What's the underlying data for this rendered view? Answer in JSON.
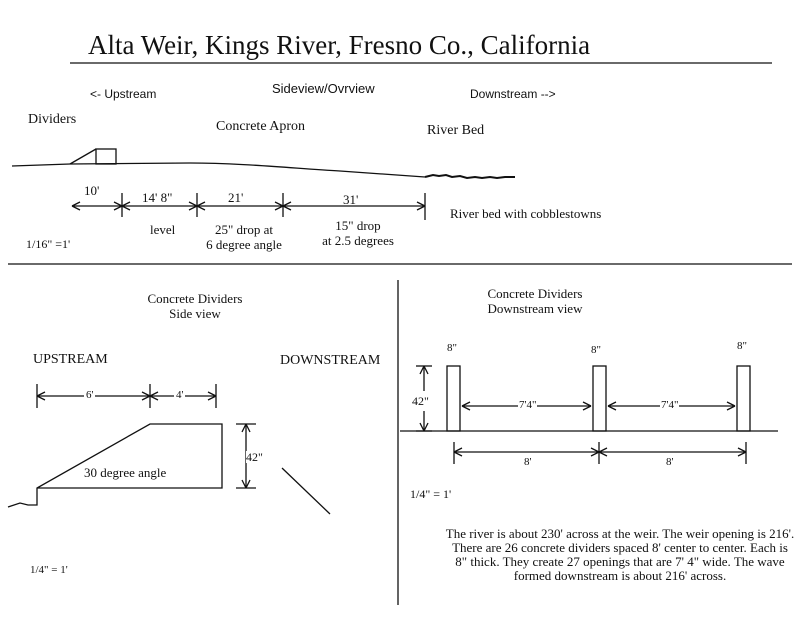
{
  "title": "Alta Weir, Kings River, Fresno Co., California",
  "overview": {
    "upstream_label": "<- Upstream",
    "view_label": "Sideview/Ovrview",
    "downstream_label": "Downstream -->",
    "dividers_label": "Dividers",
    "apron_label": "Concrete Apron",
    "riverbed_label": "River Bed",
    "scale": "1/16\" =1'",
    "riverbed_note": "River bed with cobblestowns",
    "segments": [
      {
        "length": "10'",
        "desc": ""
      },
      {
        "length": "14' 8\"",
        "desc": "level"
      },
      {
        "length": "21'",
        "desc_lines": [
          "25\" drop at",
          "6 degree angle"
        ]
      },
      {
        "length": "31'",
        "desc_lines": [
          "15\" drop",
          "at 2.5 degrees"
        ]
      }
    ]
  },
  "side_view": {
    "heading_lines": [
      "Concrete Dividers",
      "Side view"
    ],
    "upstream": "UPSTREAM",
    "downstream": "DOWNSTREAM",
    "dim_6": "6'",
    "dim_4": "4'",
    "height": "42\"",
    "angle": "30 degree angle",
    "scale": "1/4\" = 1'"
  },
  "downstream_view": {
    "heading_lines": [
      "Concrete Dividers",
      "Downstream view"
    ],
    "thickness": "8\"",
    "height": "42\"",
    "opening": "7'4\"",
    "spacing": "8'",
    "scale": "1/4\" = 1'"
  },
  "notes": "The river is about 230' across at the weir. The weir opening is 216'. There are 26 concrete dividers spaced 8' center to center. Each is 8\" thick. They create 27 openings that are 7' 4\" wide. The wave formed downstream is about 216' across."
}
